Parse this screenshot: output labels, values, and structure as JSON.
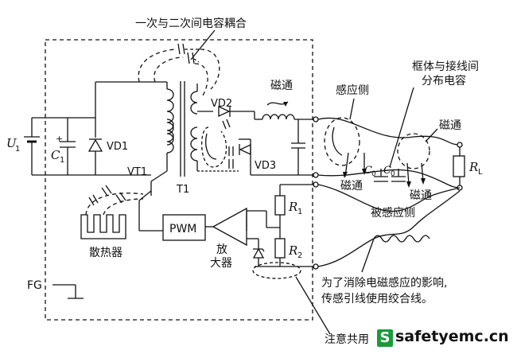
{
  "labels": {
    "coupling_title": "一次与二次间电容耦合",
    "u1": "U",
    "u1_sub": "1",
    "c1": "C",
    "c1_sub": "1",
    "vd1": "VD1",
    "vt1": "VT1",
    "t1": "T1",
    "vd2": "VD2",
    "vd3": "VD3",
    "flux_top": "磁通",
    "induce_side": "感应侧",
    "frame_cap_line1": "框体与接线间",
    "frame_cap_line2": "分布电容",
    "flux_right": "磁通",
    "rl": "R",
    "rl_sub": "L",
    "c0a": "C",
    "c0a_sub": "0",
    "c0b": "C",
    "c0b_sub": "0",
    "flux_bottom_left": "磁通",
    "flux_bottom_right": "磁通",
    "induced_side": "被感应侧",
    "r1": "R",
    "r1_sub": "1",
    "r2": "R",
    "r2_sub": "2",
    "pwm": "PWM",
    "amp_line1": "放",
    "amp_line2": "大器",
    "heatsink": "散热器",
    "fg": "FG",
    "note1": "为了消除电磁感应的影响,",
    "note2": "传感引线使用绞合线。",
    "note3": "注意共用",
    "watermark_icon": "S",
    "watermark": "safetyemc.cn"
  }
}
